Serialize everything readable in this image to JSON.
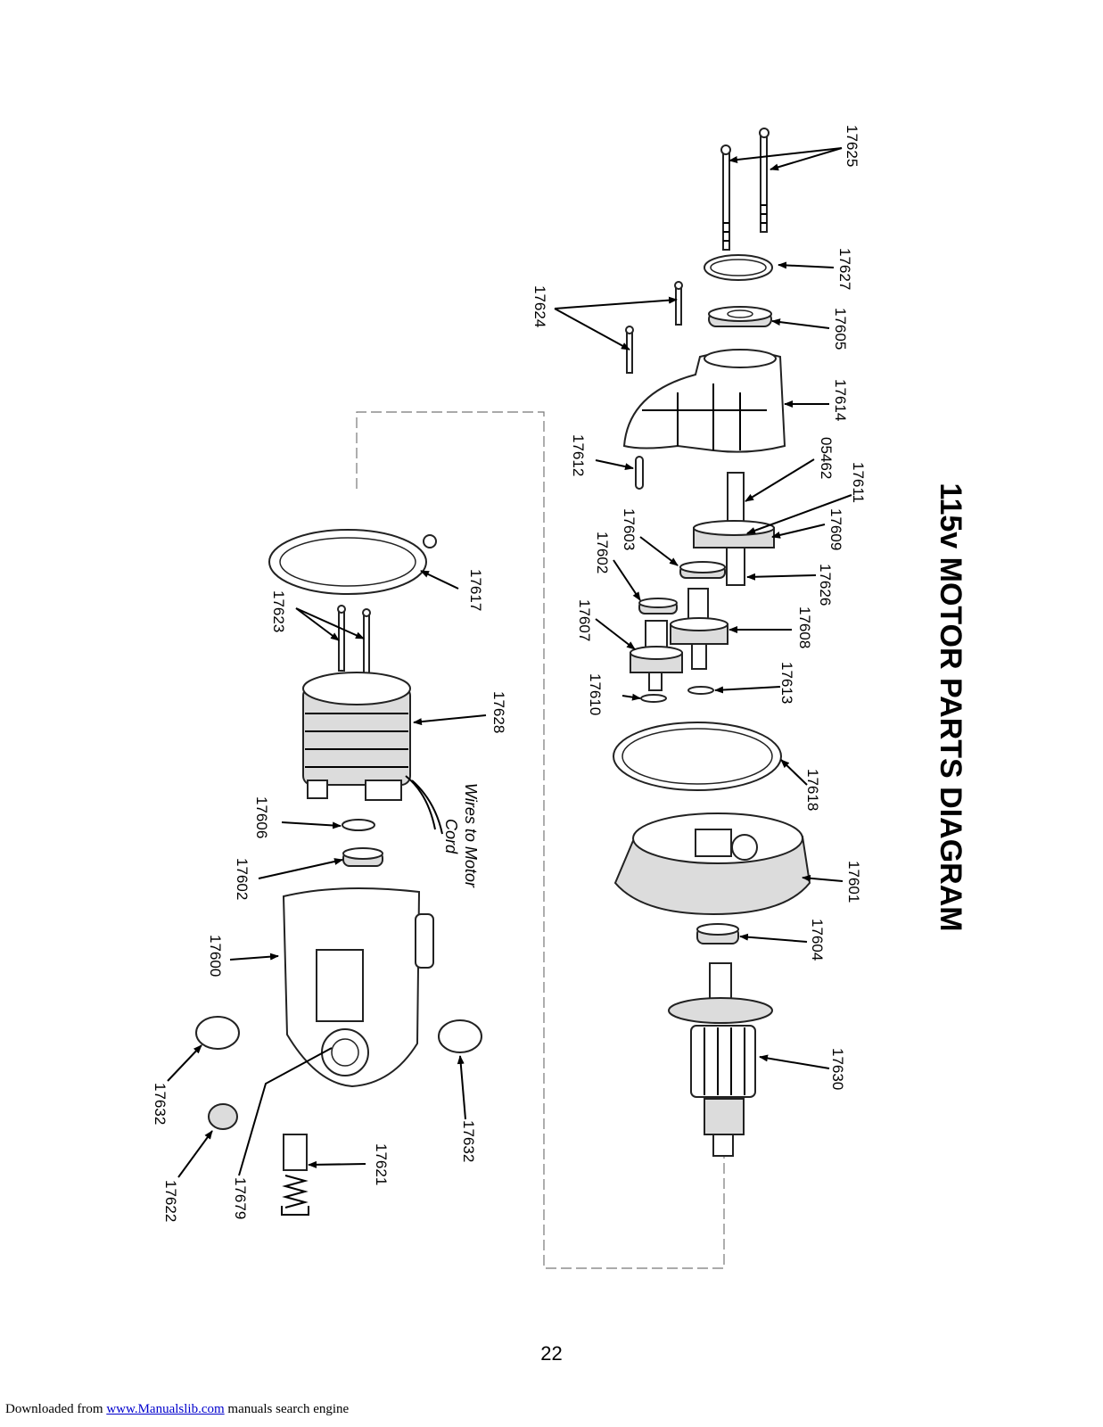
{
  "title": "115v MOTOR PARTS DIAGRAM",
  "note_lines": [
    "Wires to Motor",
    "Cord"
  ],
  "callouts": [
    "17625",
    "17627",
    "17605",
    "17614",
    "05462",
    "17611",
    "17609",
    "17626",
    "17608",
    "17613",
    "17618",
    "17601",
    "17604",
    "17630",
    "17624",
    "17612",
    "17603",
    "17602",
    "17607",
    "17610",
    "17617",
    "17623",
    "17628",
    "17606",
    "17602",
    "17600",
    "17632",
    "17632",
    "17621",
    "17679",
    "17622"
  ],
  "page_number": "22",
  "footer": {
    "prefix": "Downloaded from ",
    "link": "www.Manualslib.com",
    "suffix": "  manuals search engine"
  }
}
